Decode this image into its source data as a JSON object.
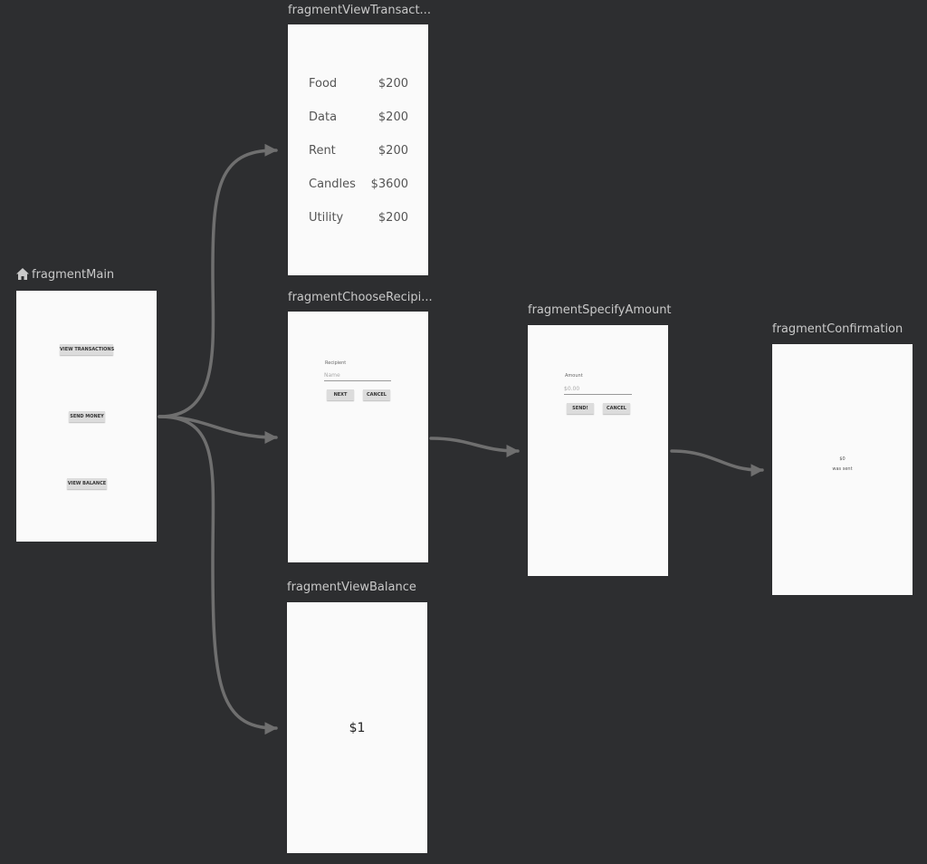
{
  "destinations": {
    "main": {
      "label": "fragmentMain",
      "buttons": [
        "VIEW TRANSACTIONS",
        "SEND MONEY",
        "VIEW BALANCE"
      ]
    },
    "view_transactions": {
      "label": "fragmentViewTransact...",
      "rows": [
        {
          "name": "Food",
          "amount": "$200"
        },
        {
          "name": "Data",
          "amount": "$200"
        },
        {
          "name": "Rent",
          "amount": "$200"
        },
        {
          "name": "Candles",
          "amount": "$3600"
        },
        {
          "name": "Utility",
          "amount": "$200"
        }
      ]
    },
    "choose_recipient": {
      "label": "fragmentChooseRecipi...",
      "field_label": "Recipient",
      "placeholder": "Name",
      "next_label": "NEXT",
      "cancel_label": "CANCEL"
    },
    "view_balance": {
      "label": "fragmentViewBalance",
      "balance": "$1"
    },
    "specify_amount": {
      "label": "fragmentSpecifyAmount",
      "field_label": "Amount",
      "placeholder": "$0.00",
      "send_label": "SEND!",
      "cancel_label": "CANCEL"
    },
    "confirmation": {
      "label": "fragmentConfirmation",
      "amount": "$0",
      "message": "was sent"
    }
  },
  "colors": {
    "background": "#2d2e30",
    "screen": "#fafafa",
    "arrow": "#6f6f6f",
    "label": "#c9c9c9"
  }
}
